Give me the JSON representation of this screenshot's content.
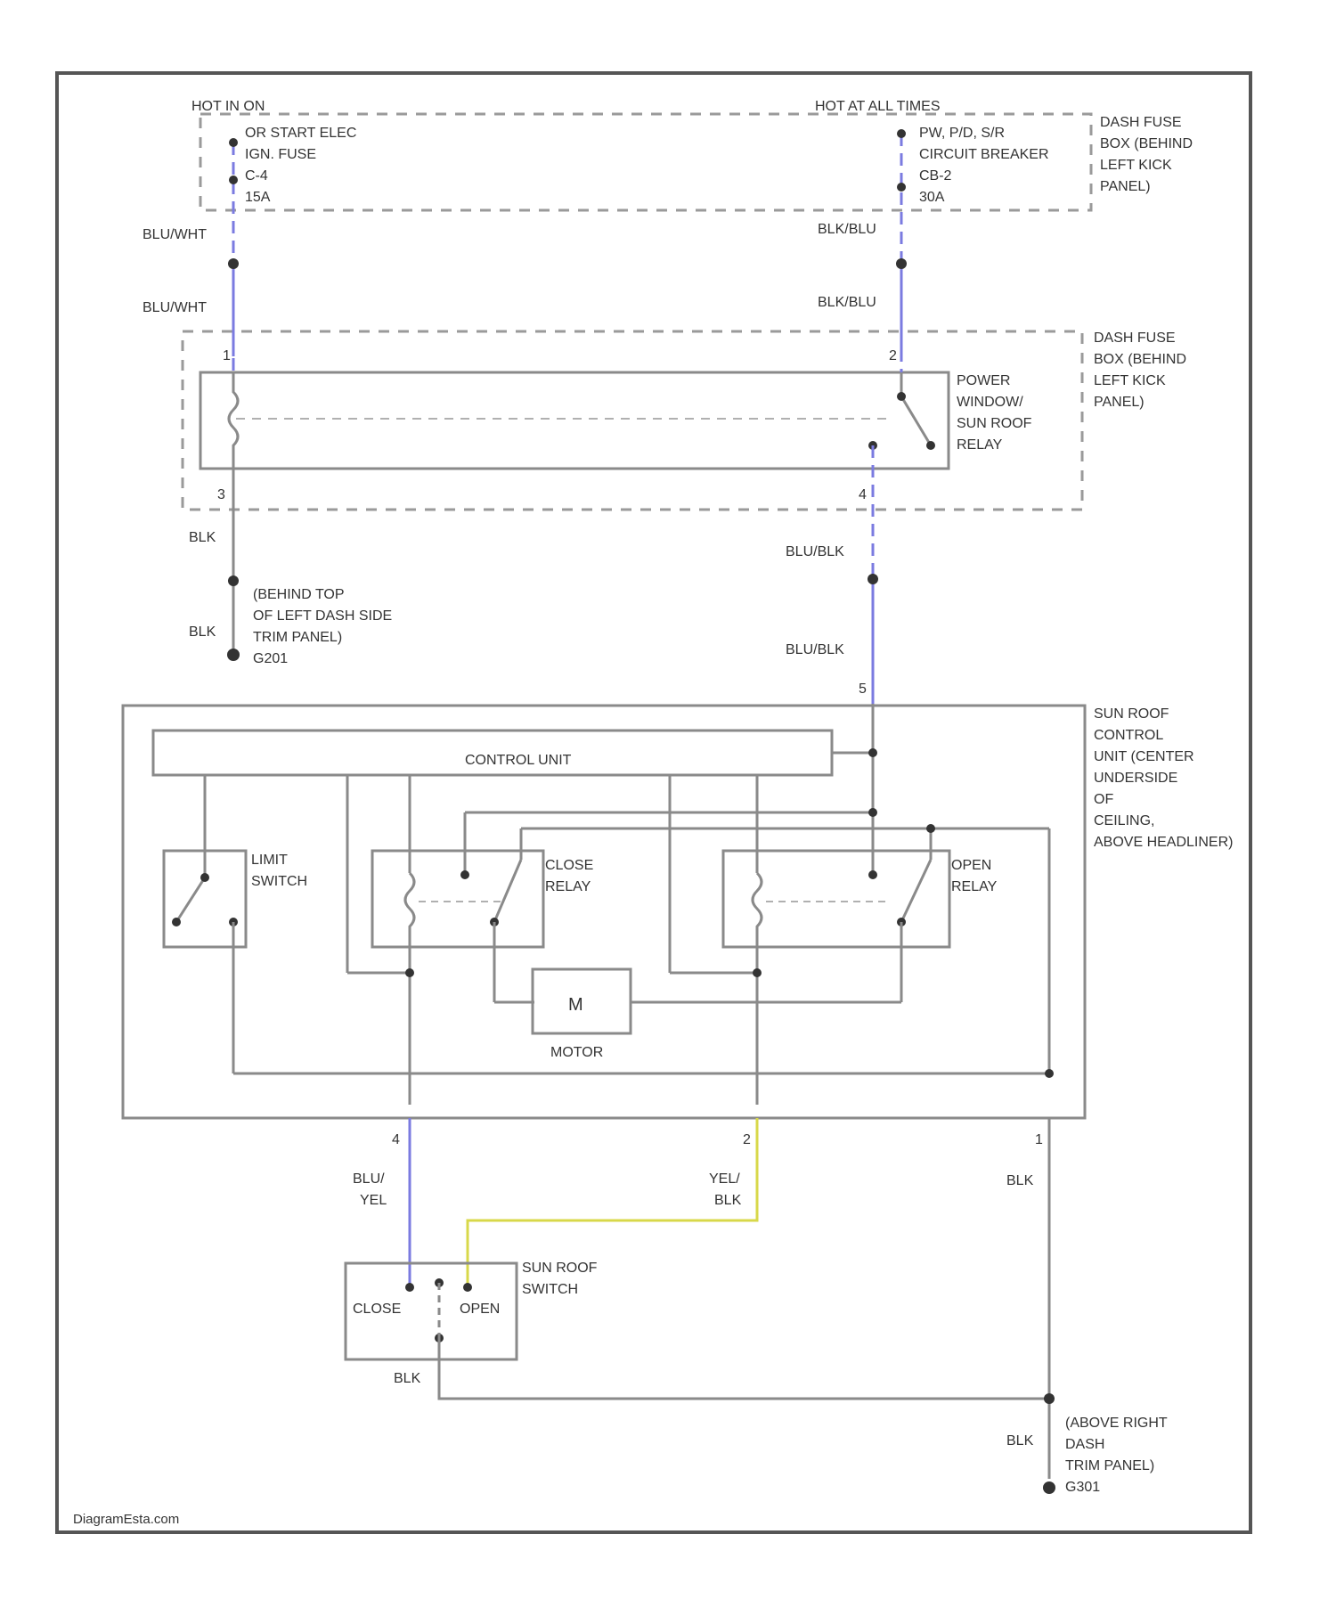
{
  "colors": {
    "wire": "#8a8a8a",
    "border": "#555555",
    "dashed": "#9a9a9a",
    "blue_wire": "#7b7be0",
    "yellow_wire": "#d8d84a",
    "text": "#333333"
  },
  "labels": {
    "hot_in_on": "HOT IN ON",
    "hot_at_all_times": "HOT AT ALL TIMES",
    "fuse_left": [
      "OR START ELEC",
      "IGN. FUSE",
      "C-4",
      "15A"
    ],
    "fuse_right": [
      "PW, P/D, S/R",
      "CIRCUIT BREAKER",
      "CB-2",
      "30A"
    ],
    "dash_fuse_box_top": [
      "DASH FUSE",
      "BOX (BEHIND",
      "LEFT KICK",
      "PANEL)"
    ],
    "dash_fuse_box_mid": [
      "DASH FUSE",
      "BOX (BEHIND",
      "LEFT KICK",
      "PANEL)"
    ],
    "relay": [
      "POWER",
      "WINDOW/",
      "SUN ROOF",
      "RELAY"
    ],
    "ground_left": [
      "(BEHIND TOP",
      "OF LEFT DASH SIDE",
      "TRIM PANEL)",
      "G201"
    ],
    "control_module": [
      "SUN ROOF",
      "CONTROL",
      "UNIT (CENTER",
      "UNDERSIDE",
      "OF",
      "CEILING,",
      "ABOVE HEADLINER)"
    ],
    "control_unit": "CONTROL UNIT",
    "limit_switch": [
      "LIMIT",
      "SWITCH"
    ],
    "close_relay": [
      "CLOSE",
      "RELAY"
    ],
    "open_relay": [
      "OPEN",
      "RELAY"
    ],
    "motor": "MOTOR",
    "motor_symbol": "M",
    "sunroof_switch": [
      "SUN ROOF",
      "SWITCH"
    ],
    "switch_close": "CLOSE",
    "switch_open": "OPEN",
    "ground_right": [
      "(ABOVE RIGHT",
      "DASH",
      "TRIM PANEL)",
      "G301"
    ],
    "watermark": "DiagramEsta.com"
  },
  "wires": {
    "blu_wht_1": "BLU/WHT",
    "blu_wht_2": "BLU/WHT",
    "blk_blu_1": "BLK/BLU",
    "blk_blu_2": "BLK/BLU",
    "blk_1": "BLK",
    "blk_2": "BLK",
    "blu_blk_1": "BLU/BLK",
    "blu_blk_2": "BLU/BLK",
    "blu_yel": [
      "BLU/",
      "YEL"
    ],
    "yel_blk": [
      "YEL/",
      "BLK"
    ],
    "blk_3": "BLK",
    "blk_4": "BLK",
    "blk_5": "BLK"
  },
  "pins": {
    "relay_1": "1",
    "relay_2": "2",
    "relay_3": "3",
    "relay_4": "4",
    "unit_5": "5",
    "unit_4": "4",
    "unit_2": "2",
    "unit_1": "1"
  }
}
